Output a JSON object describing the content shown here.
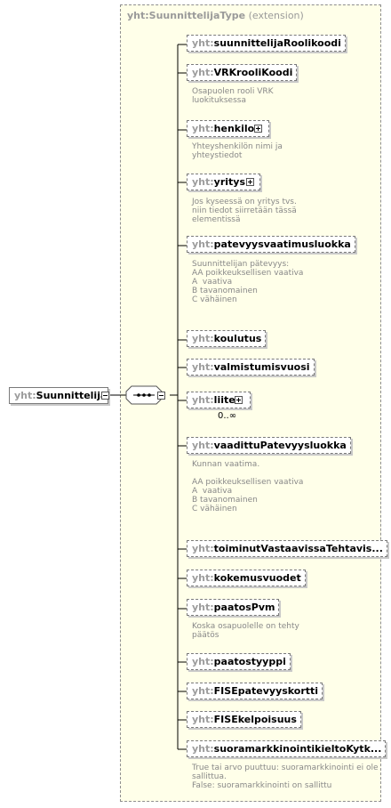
{
  "extension": {
    "ns": "yht:",
    "type_name": "SuunnittelijaType",
    "suffix": " (extension)"
  },
  "root": {
    "ns": "yht:",
    "name": "Suunnittelija"
  },
  "elements": [
    {
      "ns": "yht:",
      "name": "suunnittelijaRoolikoodi",
      "desc": ""
    },
    {
      "ns": "yht:",
      "name": "VRKrooliKoodi",
      "desc": "Osapuolen rooli VRK\nluokituksessa"
    },
    {
      "ns": "yht:",
      "name": "henkilo",
      "desc": "Yhteyshenkilön nimi ja\nyhteystiedot"
    },
    {
      "ns": "yht:",
      "name": "yritys",
      "desc": "Jos kyseessä on yritys tvs.\nniin tiedot siirretään tässä\nelementissä"
    },
    {
      "ns": "yht:",
      "name": "patevyysvaatimusluokka",
      "desc": "Suunnittelijan pätevyys:\nAA poikkeuksellisen vaativa\nA  vaativa\nB tavanomainen\nC vähäinen"
    },
    {
      "ns": "yht:",
      "name": "koulutus",
      "desc": ""
    },
    {
      "ns": "yht:",
      "name": "valmistumisvuosi",
      "desc": ""
    },
    {
      "ns": "yht:",
      "name": "liite",
      "desc": "",
      "cardinality": "0..∞"
    },
    {
      "ns": "yht:",
      "name": "vaadittuPatevyysluokka",
      "desc": "Kunnan vaatima.\n\nAA poikkeuksellisen vaativa\nA  vaativa\nB tavanomainen\nC vähäinen"
    },
    {
      "ns": "yht:",
      "name": "toiminutVastaavissaTehtavis...",
      "desc": ""
    },
    {
      "ns": "yht:",
      "name": "kokemusvuodet",
      "desc": ""
    },
    {
      "ns": "yht:",
      "name": "paatosPvm",
      "desc": "Koska osapuolelle on tehty\npäätös"
    },
    {
      "ns": "yht:",
      "name": "paatostyyppi",
      "desc": ""
    },
    {
      "ns": "yht:",
      "name": "FISEpatevyyskortti",
      "desc": ""
    },
    {
      "ns": "yht:",
      "name": "FISEkelpoisuus",
      "desc": ""
    },
    {
      "ns": "yht:",
      "name": "suoramarkkinointikieltoKytk...",
      "desc": "True tai arvo puuttuu: suoramarkkinointi ei ole\nsallittua.\nFalse: suoramarkkinointi on sallittu"
    }
  ]
}
